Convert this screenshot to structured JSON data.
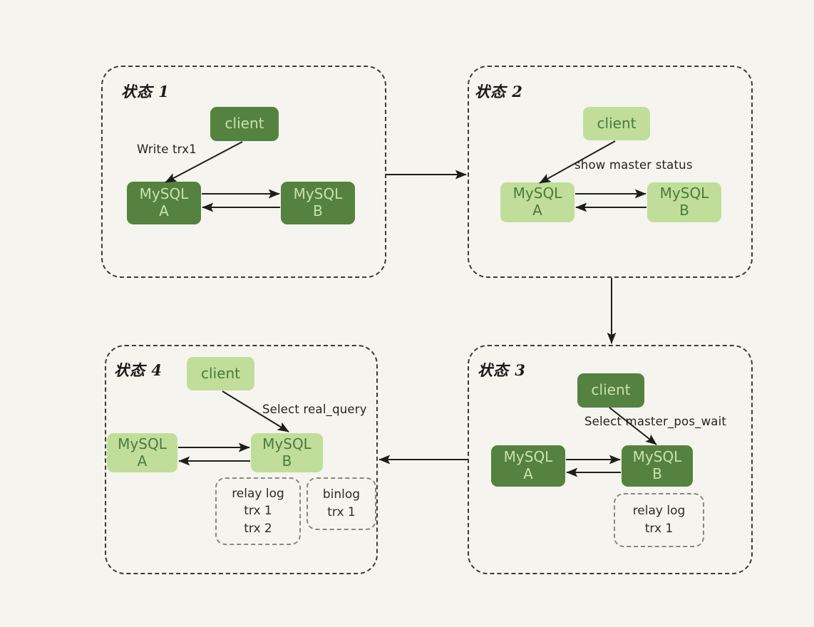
{
  "diagram": {
    "title_text": "",
    "background_color": "#f5f4ef",
    "colors": {
      "dark_green_fill": "#55823f",
      "dark_green_text": "#c8e2ab",
      "light_green_fill": "#c0de9a",
      "light_green_text": "#4a7a3c",
      "panel_border": "#3a3a38",
      "log_border": "#88877f",
      "arrow": "#1d1d1b"
    }
  },
  "panels": [
    {
      "id": "state1",
      "label": "状态 1",
      "style": "dark",
      "nodes": {
        "client": {
          "line1": "client",
          "line2": ""
        },
        "mysql_a": {
          "line1": "MySQL",
          "line2": "A"
        },
        "mysql_b": {
          "line1": "MySQL",
          "line2": "B"
        }
      },
      "edge_label": "Write trx1",
      "logs": []
    },
    {
      "id": "state2",
      "label": "状态 2",
      "style": "light",
      "nodes": {
        "client": {
          "line1": "client",
          "line2": ""
        },
        "mysql_a": {
          "line1": "MySQL",
          "line2": "A"
        },
        "mysql_b": {
          "line1": "MySQL",
          "line2": "B"
        }
      },
      "edge_label": "show master status",
      "logs": []
    },
    {
      "id": "state3",
      "label": "状态 3",
      "style": "dark",
      "nodes": {
        "client": {
          "line1": "client",
          "line2": ""
        },
        "mysql_a": {
          "line1": "MySQL",
          "line2": "A"
        },
        "mysql_b": {
          "line1": "MySQL",
          "line2": "B"
        }
      },
      "edge_label": "Select master_pos_wait",
      "logs": [
        {
          "id": "relay-log",
          "text": "relay log\ntrx 1"
        }
      ]
    },
    {
      "id": "state4",
      "label": "状态 4",
      "style": "light",
      "nodes": {
        "client": {
          "line1": "client",
          "line2": ""
        },
        "mysql_a": {
          "line1": "MySQL",
          "line2": "A"
        },
        "mysql_b": {
          "line1": "MySQL",
          "line2": "B"
        }
      },
      "edge_label": "Select real_query",
      "logs": [
        {
          "id": "relay-log",
          "text": "relay log\ntrx 1\ntrx 2"
        },
        {
          "id": "binlog",
          "text": "binlog\ntrx 1"
        }
      ]
    }
  ],
  "flow": {
    "transitions": [
      {
        "from": "state1",
        "to": "state2",
        "direction": "right"
      },
      {
        "from": "state2",
        "to": "state3",
        "direction": "down"
      },
      {
        "from": "state3",
        "to": "state4",
        "direction": "left"
      }
    ]
  }
}
